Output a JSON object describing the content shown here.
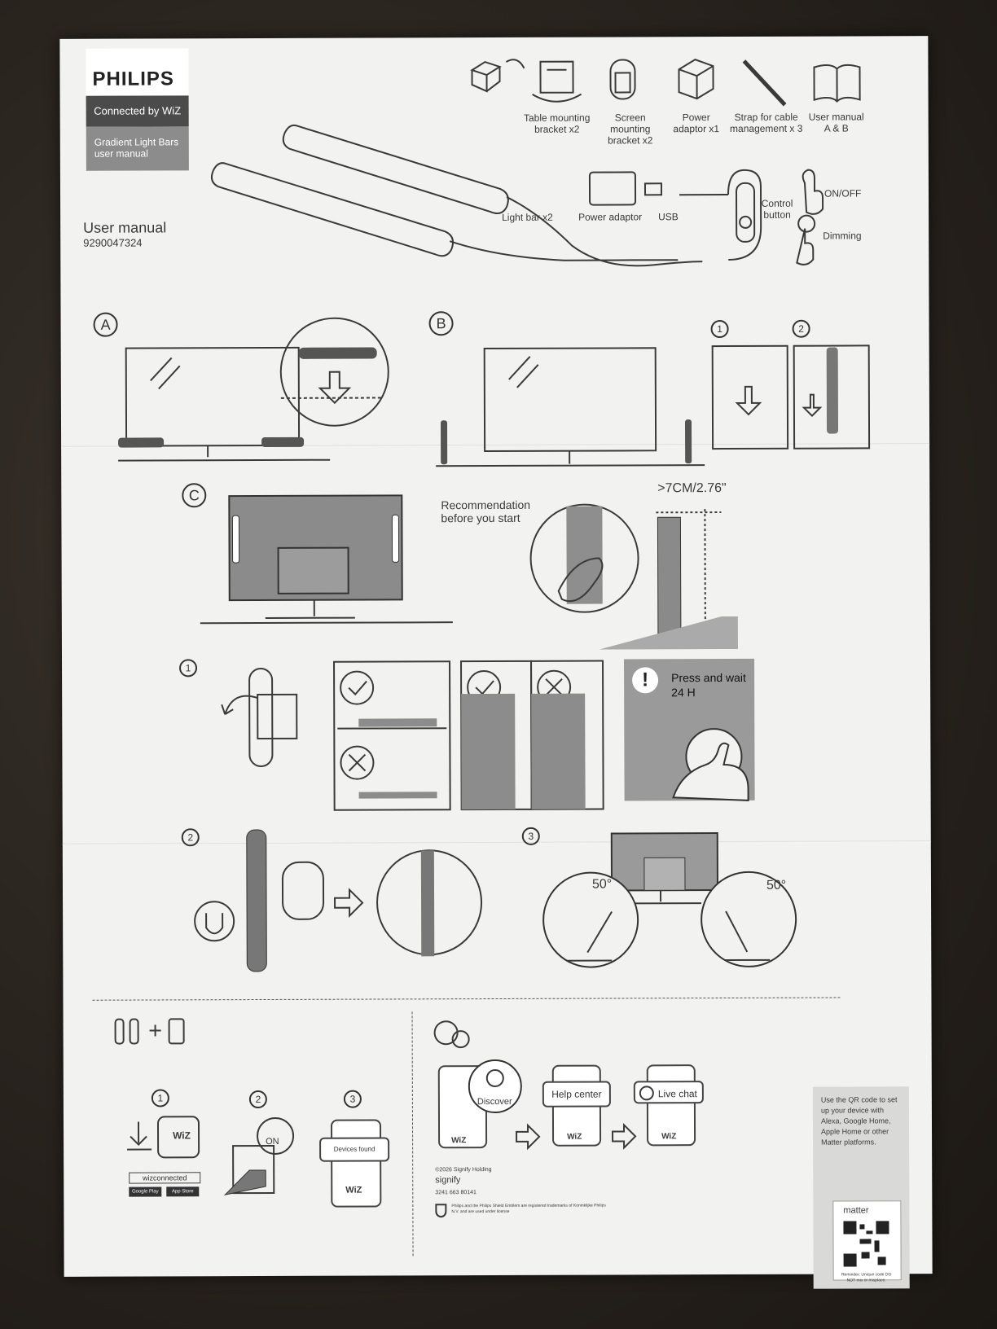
{
  "brand": {
    "name": "PHILIPS",
    "connected": "Connected by WiZ",
    "product": "Gradient Light Bars user manual"
  },
  "doc": {
    "title": "User manual",
    "code": "9290047324"
  },
  "contents": [
    {
      "icon": "table-bracket-icon",
      "label": "Table mounting bracket x2"
    },
    {
      "icon": "screen-bracket-icon",
      "label": "Screen mounting bracket x2"
    },
    {
      "icon": "power-adaptor-icon",
      "label": "Power adaptor x1"
    },
    {
      "icon": "cable-strap-icon",
      "label": "Strap for cable management x 3"
    },
    {
      "icon": "manual-icon",
      "label": "User manual A & B"
    }
  ],
  "parts": {
    "light_bar": "Light bar x2",
    "power_adaptor": "Power adaptor",
    "usb": "USB",
    "control_button": "Control button",
    "on_off": "ON/OFF",
    "dimming": "Dimming"
  },
  "sections": {
    "a": "A",
    "b": "B",
    "c": "C"
  },
  "steps": {
    "one": "1",
    "two": "2",
    "three": "3"
  },
  "c_section": {
    "recommendation": "Recommendation before you start",
    "distance": ">7CM/2.76\"",
    "press_wait": "Press and wait 24 H",
    "warning_glyph": "!",
    "angle_left": "50°",
    "angle_right": "50°"
  },
  "setup": {
    "app_search": "wizconnected",
    "google_play": "Google Play",
    "app_store": "App Store",
    "wiz_logo": "WiZ",
    "on_label": "ON",
    "devices_found": "Devices found",
    "discover": "Discover",
    "help_center": "Help center",
    "live_chat": "Live chat"
  },
  "footer": {
    "copyright": "©2026 Signify Holding",
    "signify": "signify",
    "doc_number": "3241 663 80141",
    "trademark": "Philips and the Philips Shield Emblem are registered trademarks of Koninklijke Philips N.V. and are used under license"
  },
  "qr": {
    "instructions": "Use the QR code to set up your device with Alexa, Google Home, Apple Home or other Matter platforms.",
    "matter": "matter",
    "reminder": "Reminder: Unique code DO NOT mix or misplace."
  },
  "colors": {
    "paper": "#f2f2f0",
    "ink": "#3a3a3a",
    "brand_dark": "#4b4b4b",
    "brand_grey": "#8c8c8c"
  }
}
